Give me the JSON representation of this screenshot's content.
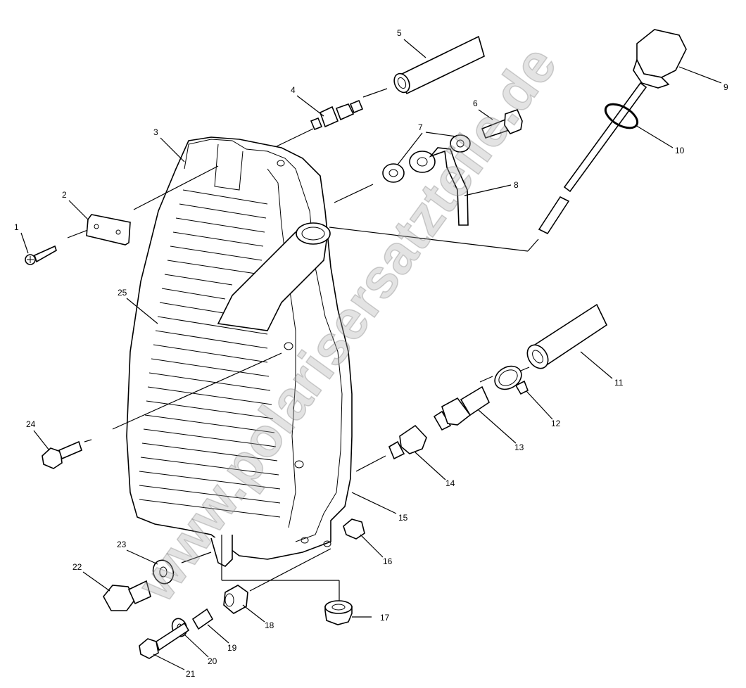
{
  "diagram": {
    "callouts": [
      "1",
      "2",
      "3",
      "4",
      "5",
      "6",
      "7",
      "8",
      "9",
      "10",
      "11",
      "12",
      "13",
      "14",
      "15",
      "16",
      "17",
      "18",
      "19",
      "20",
      "21",
      "22",
      "23",
      "24",
      "25"
    ],
    "watermark": "www.polarisersatzteile.de"
  }
}
